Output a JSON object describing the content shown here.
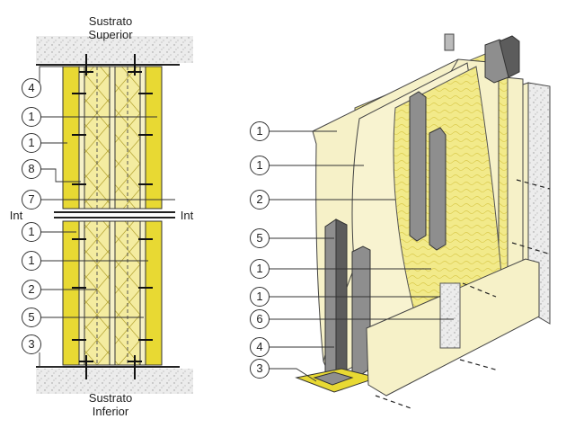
{
  "section": {
    "top_label_line1": "Sustrato",
    "top_label_line2": "Superior",
    "bottom_label_line1": "Sustrato",
    "bottom_label_line2": "Inferior",
    "int_left": "Int",
    "int_right": "Int",
    "callouts": [
      "4",
      "1",
      "1",
      "8",
      "7",
      "1",
      "1",
      "2",
      "5",
      "3"
    ]
  },
  "isometric": {
    "callouts": [
      "1",
      "1",
      "2",
      "5",
      "1",
      "1",
      "6",
      "4",
      "3"
    ]
  },
  "colors": {
    "board": "#f6f1c8",
    "insulation": "#f2ea8a",
    "stud": "#8e8e8e",
    "stud_dark": "#5c5c5c",
    "substrate": "#e6e6e6",
    "line": "#333333",
    "yellow_layer": "#e8d933"
  }
}
